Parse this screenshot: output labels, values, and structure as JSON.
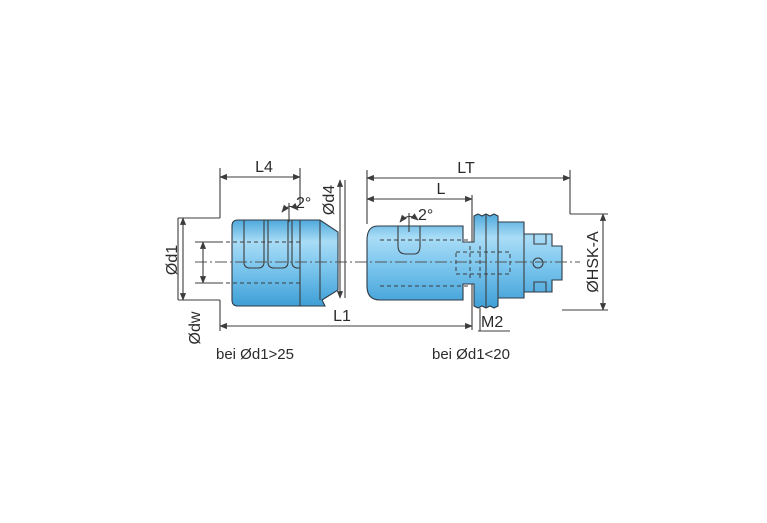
{
  "colors": {
    "body_fill_light": "#a9dcf6",
    "body_fill": "#7cc6ee",
    "body_fill_dark": "#4da9dc",
    "outline": "#2f3a44",
    "text": "#2b2b2b"
  },
  "labels": {
    "L4": "L4",
    "LT": "LT",
    "L": "L",
    "L1": "L1",
    "d1": "Ød1",
    "d4": "Ød4",
    "dw": "Ødw",
    "M2": "M2",
    "hsk": "ØHSK-A",
    "angle_left": "2°",
    "angle_right": "2°",
    "caption_left": "bei Ød1>25",
    "caption_right": "bei Ød1<20"
  }
}
